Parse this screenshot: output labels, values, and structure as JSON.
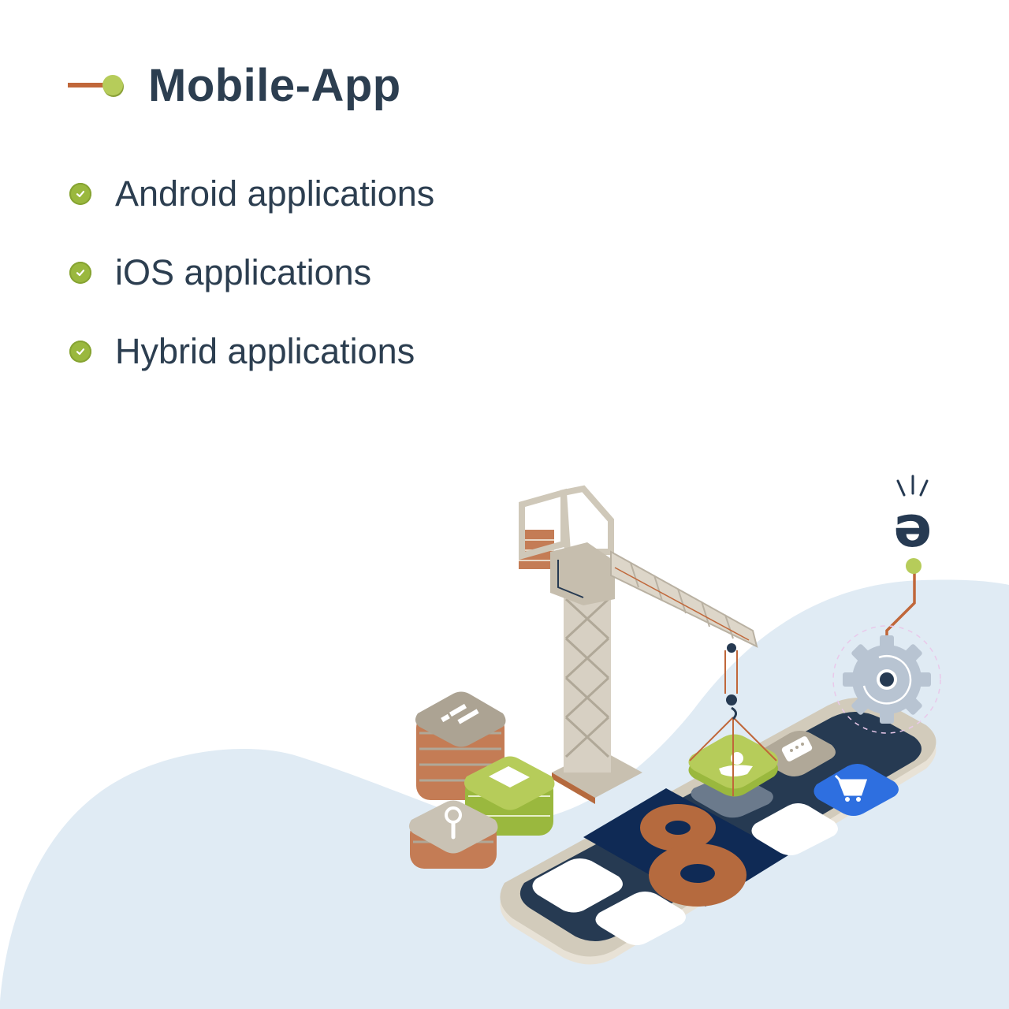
{
  "title": {
    "text": "Mobile-App",
    "connector_line_color": "#c0673a",
    "connector_dot_color": "#b6cc5a"
  },
  "features": [
    {
      "label": "Android applications",
      "icon": "check-circle-icon"
    },
    {
      "label": "iOS applications",
      "icon": "check-circle-icon"
    },
    {
      "label": "Hybrid applications",
      "icon": "check-circle-icon"
    }
  ],
  "illustration": {
    "description": "Isometric crane assembling app icons onto a smartphone",
    "elements": [
      "crane",
      "stacked-chart-app-icon",
      "mail-app-icon",
      "search-app-icon",
      "contact-app-icon",
      "chat-app-icon",
      "cart-app-icon",
      "gears",
      "phone"
    ],
    "logo_glyph": "ə"
  },
  "colors": {
    "text": "#2c3e50",
    "accent_green": "#b6cc5a",
    "accent_orange": "#c0673a",
    "background_blob": "#e0ebf4",
    "phone_screen": "#263a52",
    "cart_blue": "#2e6fe0"
  }
}
